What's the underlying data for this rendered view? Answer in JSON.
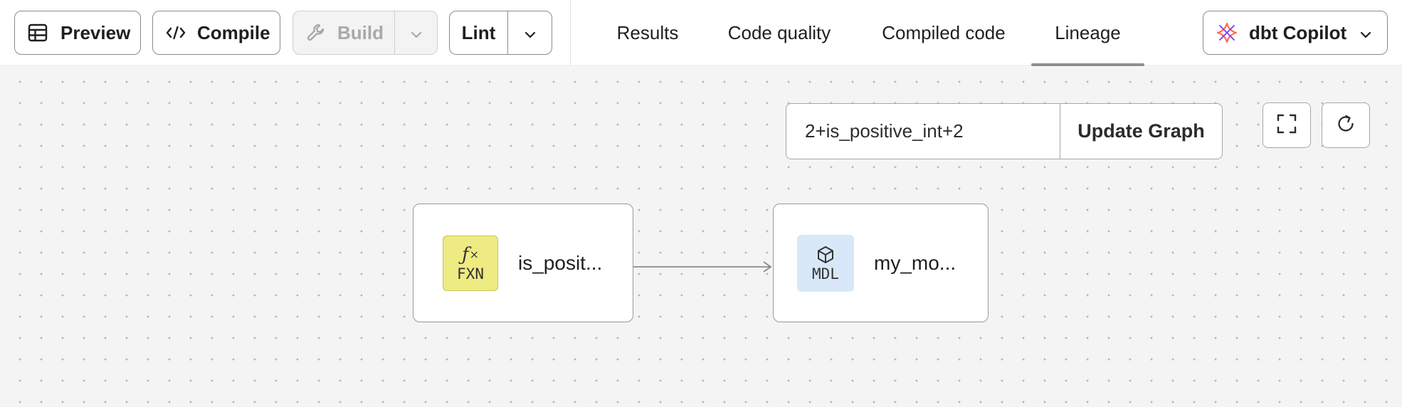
{
  "toolbar": {
    "preview_label": "Preview",
    "compile_label": "Compile",
    "build_label": "Build",
    "lint_label": "Lint",
    "copilot_label": "dbt Copilot"
  },
  "tabs": [
    {
      "label": "Results",
      "active": false
    },
    {
      "label": "Code quality",
      "active": false
    },
    {
      "label": "Compiled code",
      "active": false
    },
    {
      "label": "Lineage",
      "active": true
    }
  ],
  "lineage": {
    "selector_value": "2+is_positive_int+2",
    "update_label": "Update Graph",
    "nodes": [
      {
        "badge": "FXN",
        "label": "is_posit..."
      },
      {
        "badge": "MDL",
        "label": "my_mo..."
      }
    ]
  },
  "icons": {
    "preview": "table-icon",
    "compile": "code-icon",
    "build": "wrench-icon",
    "copilot": "copilot-logo-icon",
    "fullscreen": "fullscreen-icon",
    "refresh": "refresh-icon",
    "function": "function-icon",
    "model": "cube-icon"
  },
  "colors": {
    "function_badge": "#efeb83",
    "model_badge": "#d8e8f8",
    "active_tab_underline": "#8f8f8f",
    "copilot_orange": "#ff694a",
    "copilot_purple": "#7c3aed"
  }
}
